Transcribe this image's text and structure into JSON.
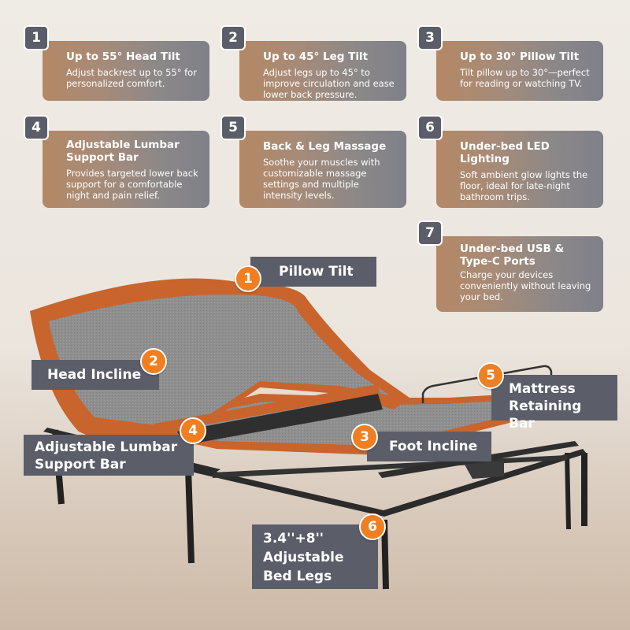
{
  "features": [
    {
      "number": "1",
      "title": "Up to 55° Head Tilt",
      "description": "Adjust backrest up to 55° for personalized comfort."
    },
    {
      "number": "2",
      "title": "Up to 45° Leg Tilt",
      "description": "Adjust legs up to 45° to improve circulation and ease lower back pressure."
    },
    {
      "number": "3",
      "title": "Up to 30° Pillow Tilt",
      "description": "Tilt pillow up to 30°—perfect for reading or watching TV."
    },
    {
      "number": "4",
      "title": "Adjustable Lumbar Support Bar",
      "description": "Provides targeted lower back support for a comfortable night and pain relief."
    },
    {
      "number": "5",
      "title": "Back & Leg Massage",
      "description": "Soothe your muscles with customizable massage settings and multiple intensity levels."
    },
    {
      "number": "6",
      "title": "Under-bed LED Lighting",
      "description": "Soft ambient glow lights the floor, ideal for late-night bathroom trips."
    },
    {
      "number": "7",
      "title": "Under-bed USB & Type-C Ports",
      "description": "Charge your devices conveniently without leaving your bed."
    }
  ],
  "callouts": {
    "pillow_tilt": {
      "number": "1",
      "label": "Pillow Tilt"
    },
    "head_incline": {
      "number": "2",
      "label": "Head Incline"
    },
    "foot_incline": {
      "number": "3",
      "label": "Foot Incline"
    },
    "lumbar": {
      "number": "4",
      "line1": "Adjustable Lumbar",
      "line2": "Support Bar"
    },
    "retaining_bar": {
      "number": "5",
      "line1": "Mattress",
      "line2": "Retaining Bar"
    },
    "legs": {
      "number": "6",
      "line1": "3.4''+8''",
      "line2": "Adjustable",
      "line3": "Bed Legs"
    }
  },
  "colors": {
    "frame_orange": "#c8642c",
    "deck_gray": "#8e8e8e",
    "badge_orange": "#f07f22",
    "label_slate": "#5b5e69"
  }
}
